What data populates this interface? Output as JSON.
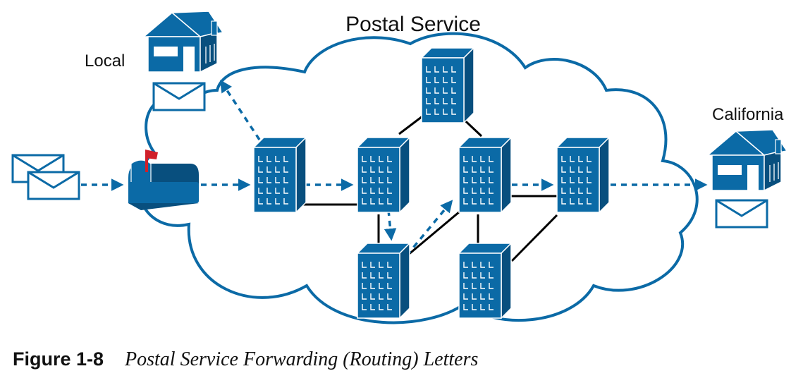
{
  "diagram": {
    "title": "Postal Service",
    "labels": {
      "local": "Local",
      "california": "California"
    },
    "colors": {
      "blue": "#0b6aa6",
      "dark_blue": "#084f7e",
      "outline": "#0b6aa6",
      "link": "#000000",
      "flag": "#d0202a"
    },
    "icons": [
      "envelope-icon",
      "mailbox-icon",
      "house-icon",
      "building-icon"
    ]
  },
  "caption": {
    "label": "Figure 1-8",
    "text": "Postal Service Forwarding (Routing) Letters"
  }
}
